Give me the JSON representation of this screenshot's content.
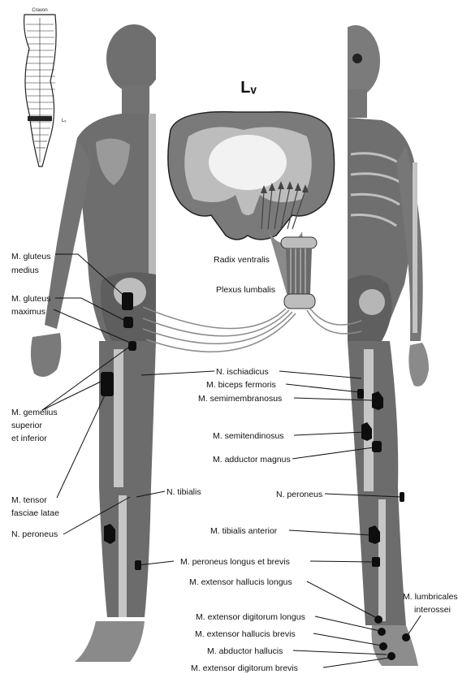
{
  "segment_key": {
    "top_label": "Cravon",
    "marker": "Lᵥ"
  },
  "center": {
    "title": "Lᵥ",
    "radix": "Radix ventralis",
    "plexus": "Plexus lumbalis"
  },
  "labels_left": [
    "M. gluteus",
    "medius",
    "M. gluteus",
    "maximus",
    "M. gemelius",
    "superior",
    "et inferior",
    "M. tensor",
    "fasciae latae",
    "N. peroneus"
  ],
  "labels_right": [
    "N. ischiadicus",
    "M. biceps fermoris",
    "M. semimembranosus",
    "M. semitendinosus",
    "M. adductor magnus",
    "N. tibialis",
    "N. peroneus",
    "M. tibialis anterior",
    "M. peroneus longus et brevis",
    "M. extensor hallucis longus",
    "M. lumbricales",
    "interossei",
    "M. extensor digitorum longus",
    "M. extensor hallucis brevis",
    "M. abductor hallucis",
    "M. extensor digitorum brevis"
  ]
}
